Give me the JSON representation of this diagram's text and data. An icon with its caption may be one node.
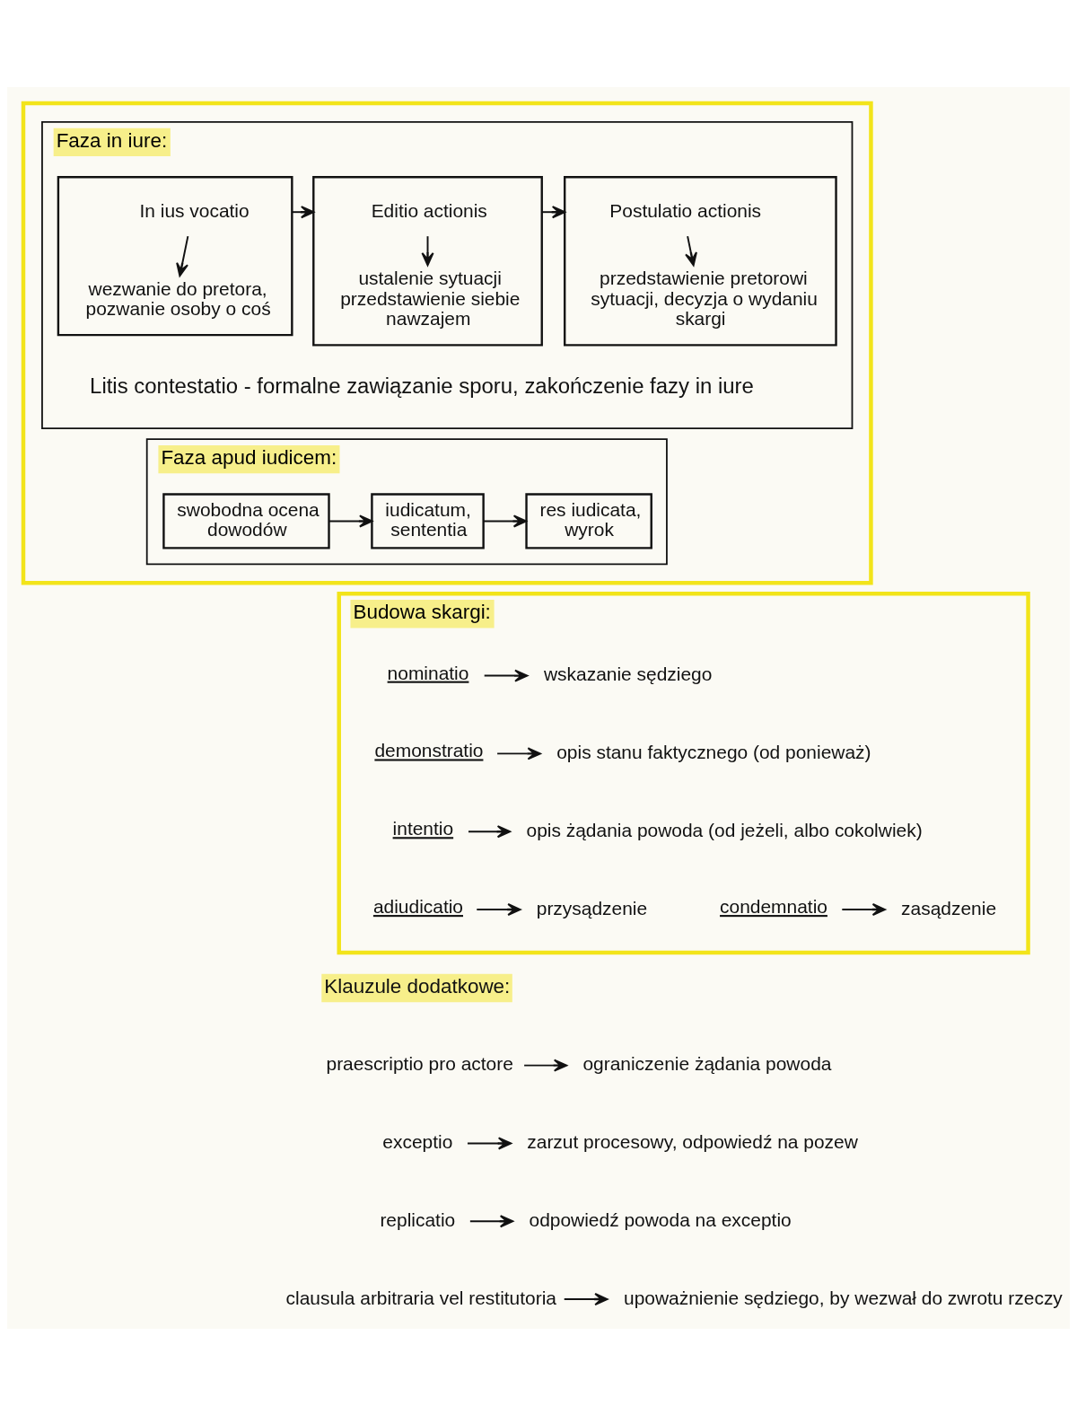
{
  "diagram": {
    "nodes": [
      {
        "text": [],
        "shape": "box"
      },
      {
        "text": [
          "Faza in iure:"
        ],
        "in": 0
      },
      {
        "text": [],
        "shape": "box",
        "in": 1
      },
      {
        "text": [
          "In ius vocatio"
        ],
        "in": 2
      },
      {
        "text": [
          "wezwanie do pretora, pozwanie osoby o coś"
        ],
        "in": 2
      },
      {
        "text": [],
        "shape": "box",
        "in": 1
      },
      {
        "text": [
          "Editio actionis"
        ],
        "in": 5
      },
      {
        "text": [
          "ustalenie sytuacji przedstawienie siebie nawzajem"
        ],
        "in": 5
      },
      {
        "text": [],
        "shape": "box",
        "in": 1
      },
      {
        "text": [
          "Postulatio actionis"
        ],
        "in": 8
      },
      {
        "text": [
          "przedstawienie pretorowi sytuacji, decyzja o wydaniu skargi"
        ],
        "in": 8
      },
      {
        "text": [
          "Faza apud iudicem:"
        ],
        "in": 0
      },
      {
        "text": [
          "swobodna ocena dowodów"
        ],
        "in": 11
      },
      {
        "text": [
          "iudicatum, sententia"
        ],
        "in": 11
      },
      {
        "text": [
          "res iudicata, wyrok"
        ],
        "in": 11
      },
      {
        "text": [
          "Budowa skargi:"
        ]
      },
      {
        "text": [
          "nominatio"
        ],
        "in": 15
      },
      {
        "text": [
          "wskazanie sędziego"
        ],
        "in": 15
      },
      {
        "text": [
          "demonstratio"
        ],
        "in": 15
      },
      {
        "text": [
          "opis stanu faktycznego (od ponieważ)"
        ],
        "in": 15
      },
      {
        "text": [
          "intentio"
        ],
        "in": 15
      },
      {
        "text": [
          "opis żądania powoda (od jeżeli, albo cokolwiek)"
        ],
        "in": 15
      },
      {
        "text": [
          "adiudicatio"
        ],
        "in": 15
      },
      {
        "text": [
          "przysądzenie"
        ],
        "in": 15
      },
      {
        "text": [
          "condemnatio"
        ],
        "in": 15
      },
      {
        "text": [
          "zasądzenie"
        ],
        "in": 15
      },
      {
        "text": [
          "praescriptio pro actore"
        ]
      },
      {
        "text": [
          "ograniczenie żądania powoda"
        ]
      },
      {
        "text": [
          "exceptio"
        ]
      },
      {
        "text": [
          "zarzut procesowy, odpowiedź na pozew"
        ]
      },
      {
        "text": [
          "replicatio"
        ]
      },
      {
        "text": [
          "odpowiedź powoda na exceptio"
        ]
      },
      {
        "text": [
          "clausula arbitraria vel restitutoria"
        ]
      },
      {
        "text": [
          "upoważnienie sędziego, by wezwał do zwrotu rzeczy"
        ]
      }
    ],
    "edges": [
      {
        "from": 3,
        "to": 4,
        "arrow": "to"
      },
      {
        "from": 2,
        "to": 5,
        "arrow": "to"
      },
      {
        "from": 6,
        "to": 7,
        "arrow": "to"
      },
      {
        "from": 5,
        "to": 8,
        "arrow": "to"
      },
      {
        "from": 9,
        "to": 10,
        "arrow": "to"
      },
      {
        "from": 12,
        "to": 13,
        "arrow": "to"
      },
      {
        "from": 13,
        "to": 14,
        "arrow": "to"
      },
      {
        "from": 16,
        "to": 17,
        "arrow": "to"
      },
      {
        "from": 18,
        "to": 19,
        "arrow": "to"
      },
      {
        "from": 20,
        "to": 21,
        "arrow": "to"
      },
      {
        "from": 22,
        "to": 23,
        "arrow": "to"
      },
      {
        "from": 24,
        "to": 25,
        "arrow": "to"
      },
      {
        "from": 26,
        "to": 27,
        "arrow": "to"
      },
      {
        "from": 28,
        "to": 29,
        "arrow": "to"
      },
      {
        "from": 30,
        "to": 31,
        "arrow": "to"
      },
      {
        "from": 32,
        "to": 33,
        "arrow": "to"
      }
    ],
    "labels": [
      "Litis contestatio - formalne zawiązanie sporu, zakończenie fazy in iure",
      "Klauzule dodatkowe:"
    ]
  }
}
